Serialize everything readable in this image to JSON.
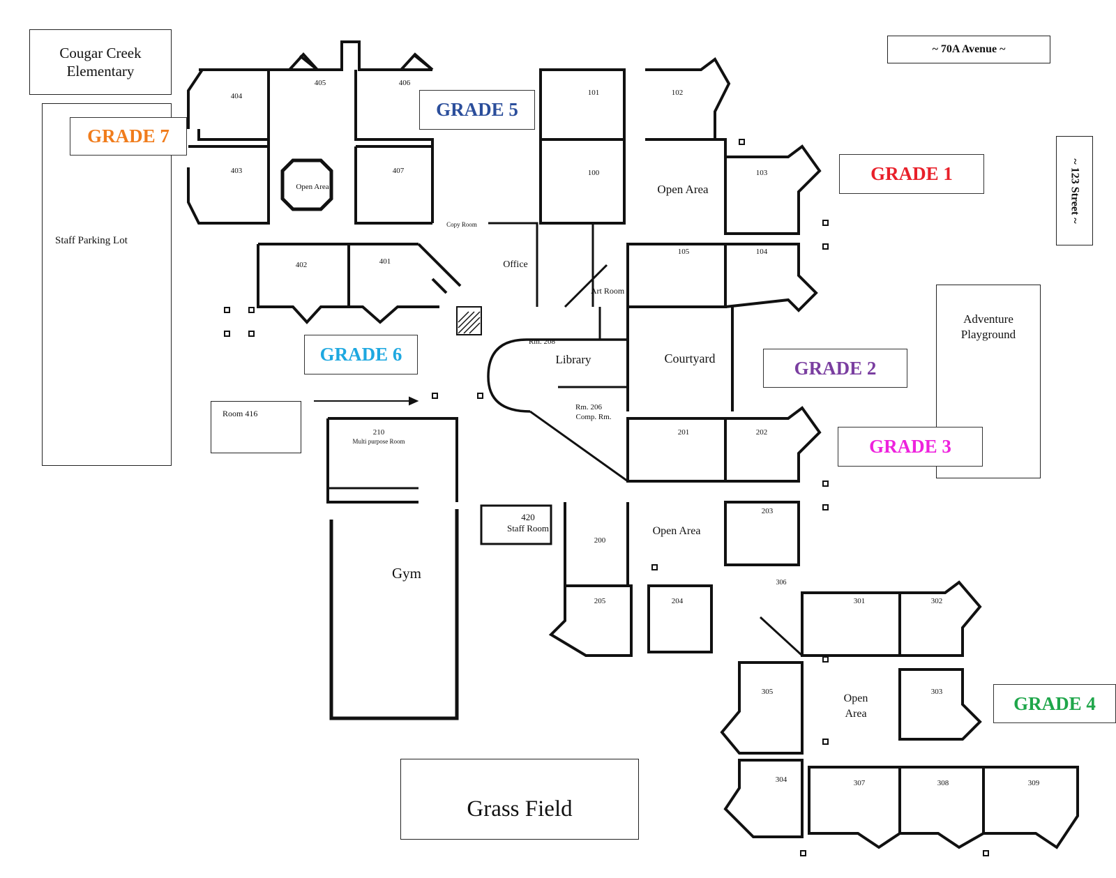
{
  "school": {
    "name_line1": "Cougar Creek",
    "name_line2": "Elementary"
  },
  "streets": {
    "top": "~ 70A Avenue ~",
    "right": "~ 123 Street ~"
  },
  "grades": {
    "g1": {
      "label": "GRADE 1",
      "color": "#e8202a"
    },
    "g2": {
      "label": "GRADE 2",
      "color": "#7a3ea0"
    },
    "g3": {
      "label": "GRADE 3",
      "color": "#ee22dd"
    },
    "g4": {
      "label": "GRADE 4",
      "color": "#1fa64a"
    },
    "g5": {
      "label": "GRADE 5",
      "color": "#2b4e9b"
    },
    "g6": {
      "label": "GRADE 6",
      "color": "#1ea8e0"
    },
    "g7": {
      "label": "GRADE 7",
      "color": "#f07c1c"
    }
  },
  "areas": {
    "parking": "Staff Parking Lot",
    "playground_line1": "Adventure",
    "playground_line2": "Playground",
    "grass": "Grass Field",
    "room416": "Room 416",
    "gym": "Gym",
    "library": "Library",
    "courtyard": "Courtyard",
    "office": "Office",
    "art_room": "Art Room",
    "copy_room": "Copy Room",
    "rm208": "Rm. 208",
    "rm206_line1": "Rm. 206",
    "rm206_line2": "Comp. Rm.",
    "rm210_number": "210",
    "rm210_name": "Multi purpose Room",
    "rm420_number": "420",
    "rm420_name": "Staff Room",
    "open_area_g1": "Open Area",
    "open_area_g3": "Open Area",
    "open_area_g4_line1": "Open",
    "open_area_g4_line2": "Area",
    "open_area_g5": "Open Area"
  },
  "rooms": {
    "r100": "100",
    "r101": "101",
    "r102": "102",
    "r103": "103",
    "r104": "104",
    "r105": "105",
    "r200": "200",
    "r201": "201",
    "r202": "202",
    "r203": "203",
    "r204": "204",
    "r205": "205",
    "r301": "301",
    "r302": "302",
    "r303": "303",
    "r304": "304",
    "r305": "305",
    "r306": "306",
    "r307": "307",
    "r308": "308",
    "r309": "309",
    "r401": "401",
    "r402": "402",
    "r403": "403",
    "r404": "404",
    "r405": "405",
    "r406": "406",
    "r407": "407"
  }
}
